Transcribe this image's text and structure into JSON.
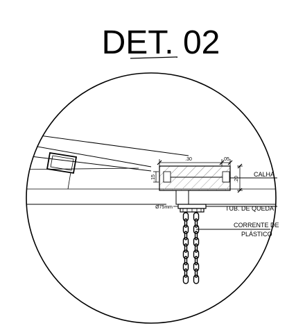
{
  "title": "DET. 02",
  "dimensions": {
    "top_left": ".30",
    "top_right": ".05",
    "left_height": ".15",
    "right_height": ".20",
    "pipe_diameter": "Ø75mm"
  },
  "labels": {
    "gutter": "CALHA",
    "downpipe": "TUB. DE QUEDA",
    "chain_line1": "CORRENTE DE",
    "chain_line2": "PLÁSTICO"
  },
  "colors": {
    "ink": "#000000",
    "hatch": "#9a9a9a",
    "background": "#ffffff"
  }
}
